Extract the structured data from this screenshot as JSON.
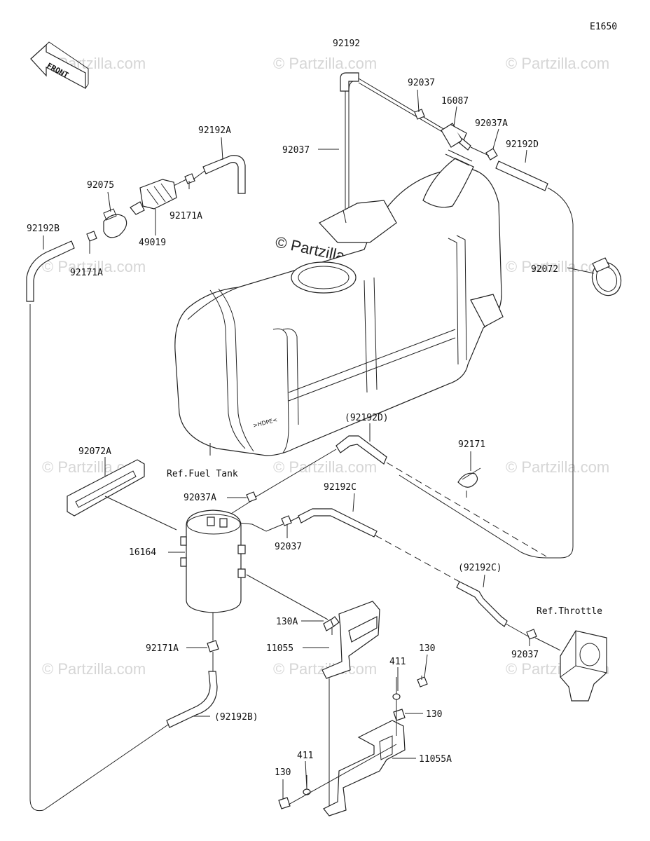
{
  "diagram_code": "E1650",
  "front_label": "FRONT",
  "watermark": "© Partzilla.com",
  "labels": {
    "p92192_top": "92192",
    "p92037_a": "92037",
    "p16087": "16087",
    "p92037A_top": "92037A",
    "p92037_left": "92037",
    "p92192D": "92192D",
    "p92192A": "92192A",
    "p92075": "92075",
    "p92171A_top": "92171A",
    "p49019": "49019",
    "p92192B_top": "92192B",
    "p92171A_left": "92171A",
    "p92072": "92072",
    "ref_fuel_tank": "Ref.Fuel Tank",
    "p92192D_paren": "(92192D)",
    "p92171": "92171",
    "p92072A": "92072A",
    "p92037A_mid": "92037A",
    "p92192C": "92192C",
    "p16164": "16164",
    "p92037_mid": "92037",
    "p92192C_paren": "(92192C)",
    "ref_throttle": "Ref.Throttle",
    "p130A": "130A",
    "p11055": "11055",
    "p130_r1": "130",
    "p411_r": "411",
    "p130_r2": "130",
    "p92037_right": "92037",
    "p92171A_low": "92171A",
    "p92192B_paren": "(92192B)",
    "p411_l": "411",
    "p130_l": "130",
    "p11055A": "11055A",
    "tank_hdpe": ">HDPE<"
  },
  "icons": {
    "front_arrow": "front-arrow-icon"
  }
}
